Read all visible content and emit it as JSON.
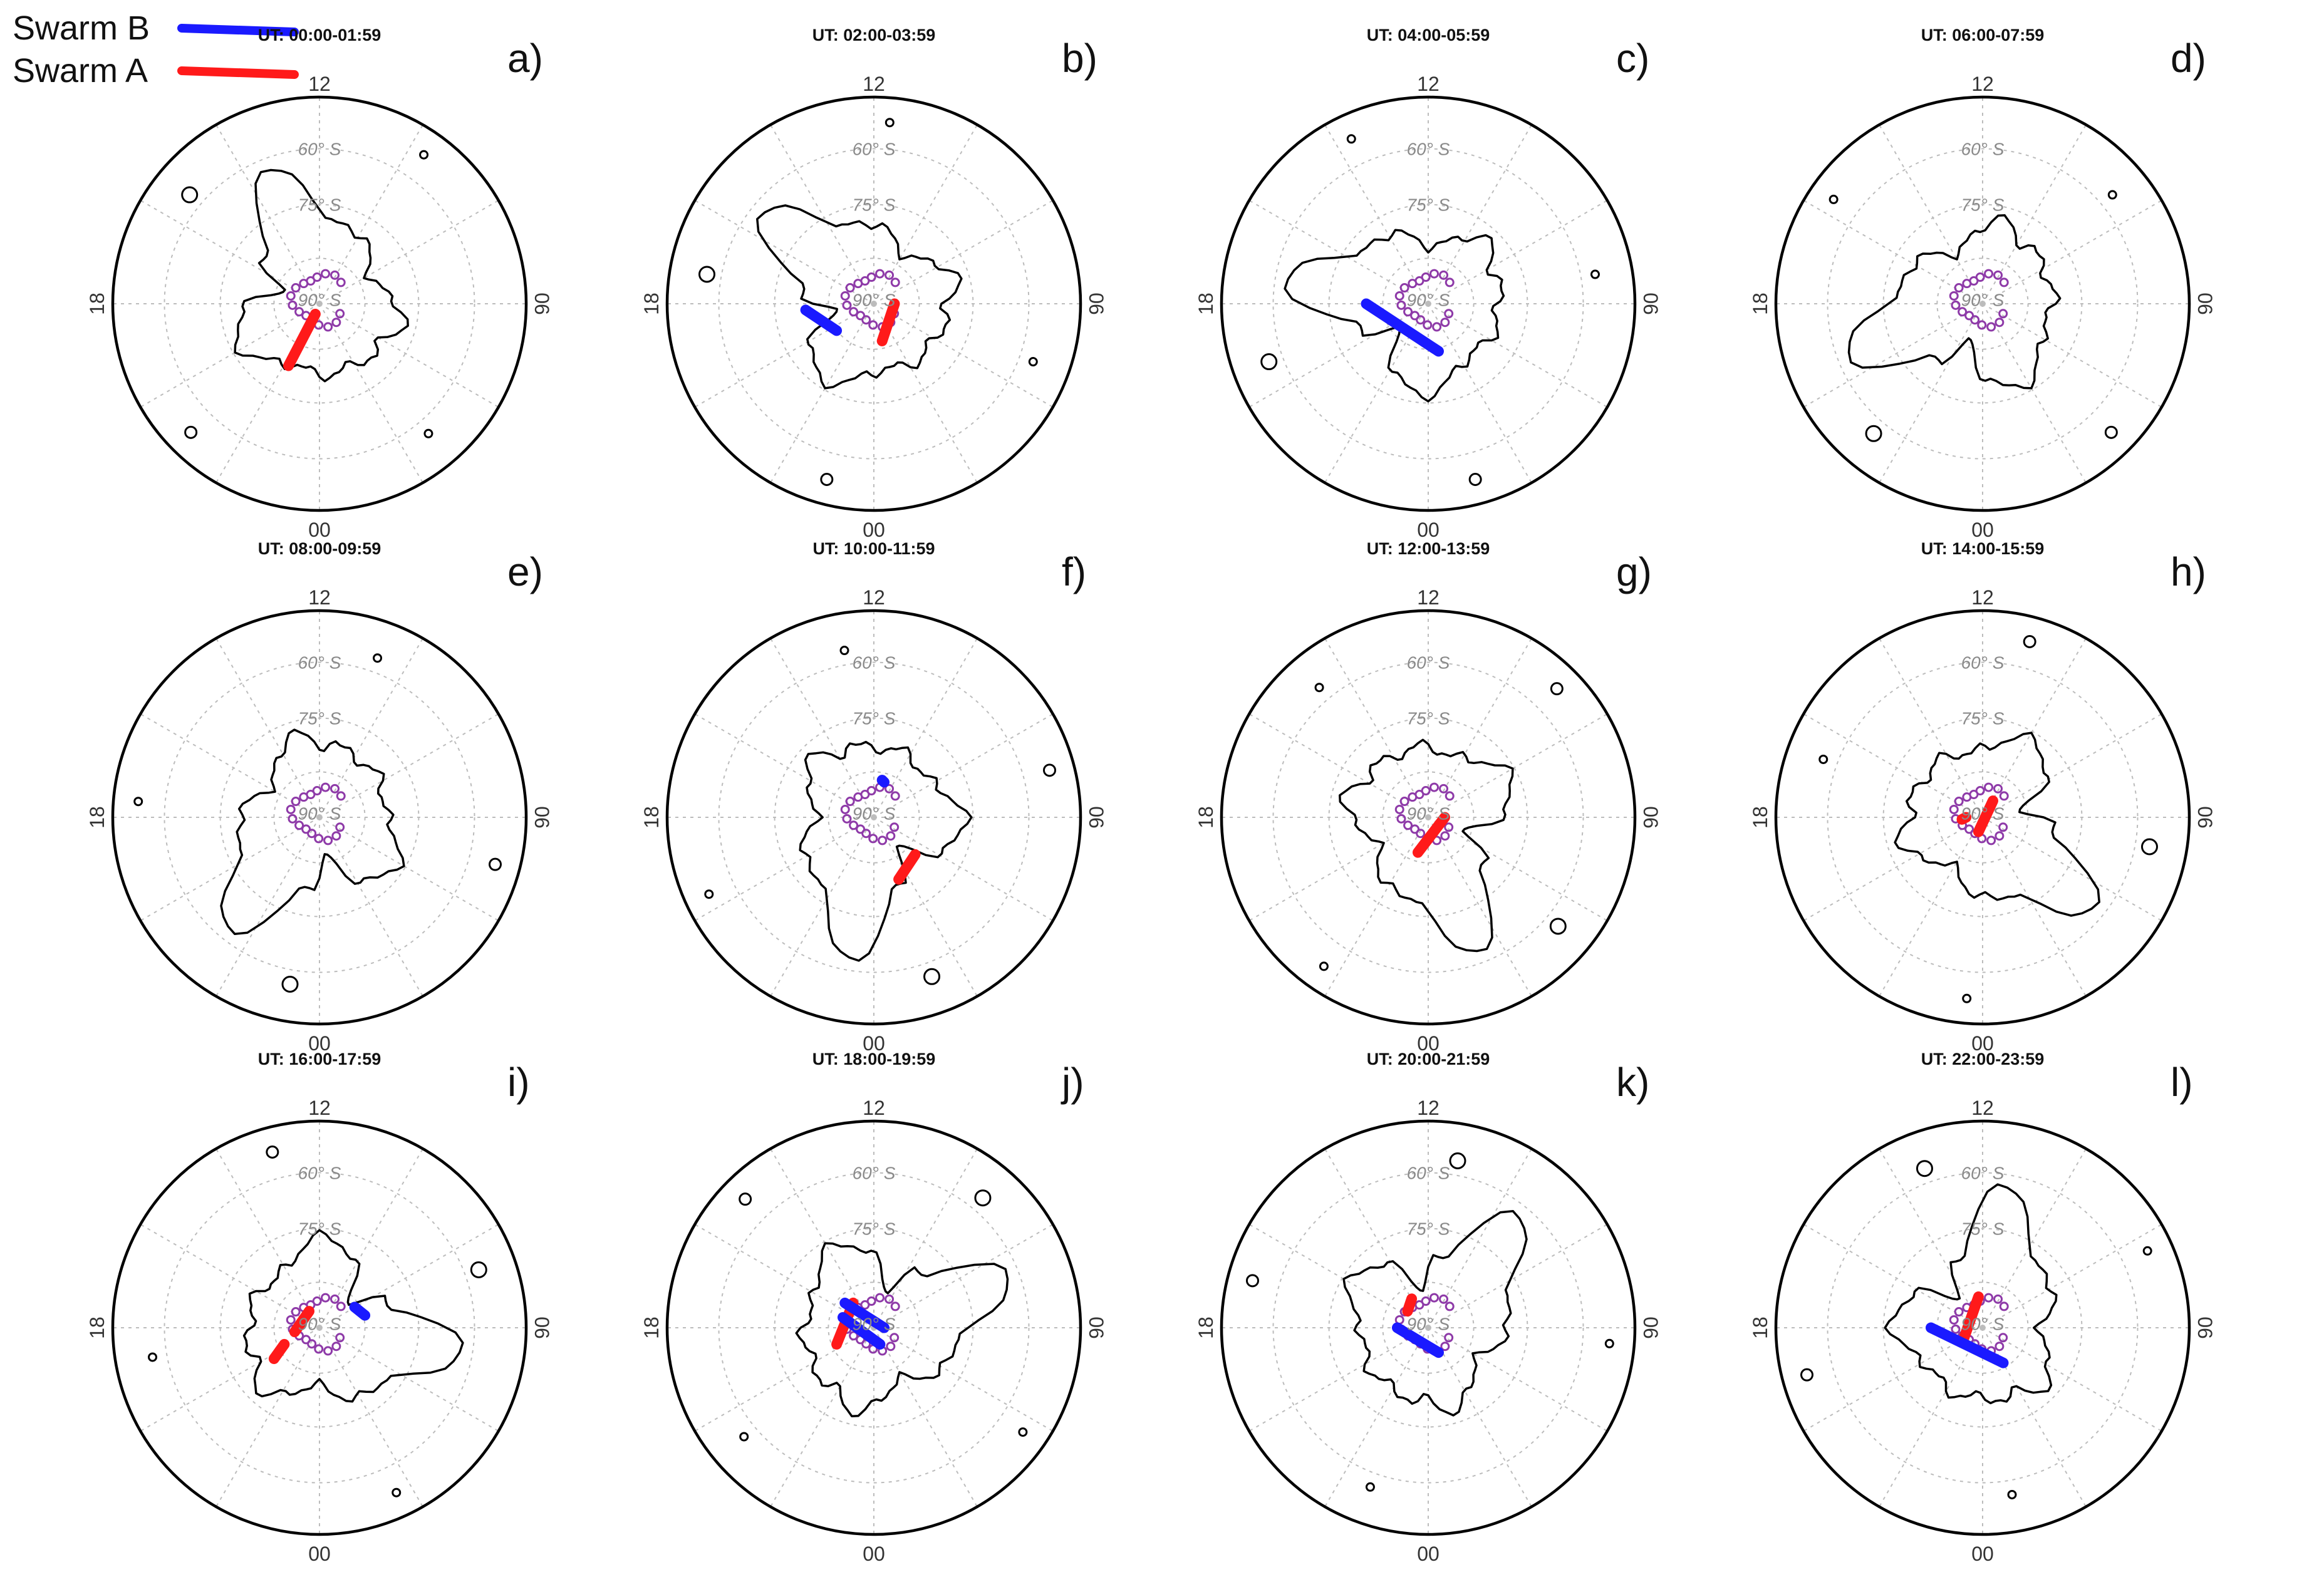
{
  "legend": [
    {
      "label": "Swarm B",
      "color": "#1a1aff"
    },
    {
      "label": "Swarm A",
      "color": "#ff1a1a"
    }
  ],
  "colors": {
    "swarm_b": "#1a1aff",
    "swarm_a": "#ff1a1a",
    "stations": "#8e3aa8"
  },
  "ring_labels": {
    "outer": "60° S",
    "inner": "75° S",
    "pole": "90° S"
  },
  "hour_labels": {
    "top": "12",
    "left": "18",
    "right": "06",
    "bottom": "00"
  },
  "panels": [
    {
      "letter": "a)",
      "title": "UT: 00:00-01:59",
      "mag_hour": 0
    },
    {
      "letter": "b)",
      "title": "UT: 02:00-03:59",
      "mag_hour": 2
    },
    {
      "letter": "c)",
      "title": "UT: 04:00-05:59",
      "mag_hour": 4
    },
    {
      "letter": "d)",
      "title": "UT: 06:00-07:59",
      "mag_hour": 6
    },
    {
      "letter": "e)",
      "title": "UT: 08:00-09:59",
      "mag_hour": 8
    },
    {
      "letter": "f)",
      "title": "UT: 10:00-11:59",
      "mag_hour": 10
    },
    {
      "letter": "g)",
      "title": "UT: 12:00-13:59",
      "mag_hour": 12
    },
    {
      "letter": "h)",
      "title": "UT: 14:00-15:59",
      "mag_hour": 14
    },
    {
      "letter": "i)",
      "title": "UT: 16:00-17:59",
      "mag_hour": 16
    },
    {
      "letter": "j)",
      "title": "UT: 18:00-19:59",
      "mag_hour": 18
    },
    {
      "letter": "k)",
      "title": "UT: 20:00-21:59",
      "mag_hour": 20
    },
    {
      "letter": "l)",
      "title": "UT: 22:00-23:59",
      "mag_hour": 22
    }
  ]
}
